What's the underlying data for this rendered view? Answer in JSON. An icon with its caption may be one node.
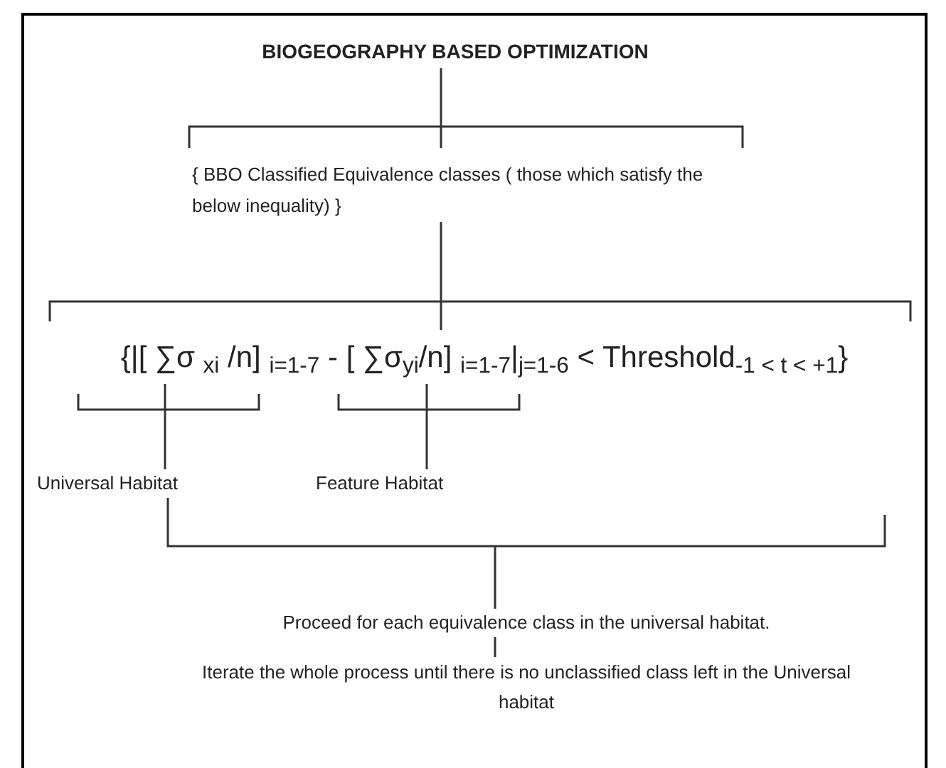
{
  "diagram": {
    "nodes": [
      {
        "text": [
          "BIOGEOGRAPHY  BASED  OPTIMIZATION"
        ]
      },
      {
        "text": [
          "{  BBO Classified Equivalence classes ( those which satisfy the below inequality)   }"
        ]
      },
      {
        "text": [
          "{|[ ∑σ $_{xi}$ /n] $_{i=1-7}$ - [ ∑σ$_{yi}$/n] $_{i=1-7}$|$_{j=1-6}$ < Threshold$_{-1 < t < +1}$}"
        ]
      },
      {
        "text": [
          "Universal  Habitat"
        ]
      },
      {
        "text": [
          "Feature Habitat"
        ]
      },
      {
        "text": [
          "Proceed for each equivalence  class in the universal habitat."
        ]
      },
      {
        "text": [
          "Iterate the whole process until there is no unclassified class left in the Universal habitat"
        ]
      }
    ],
    "edges": [
      {
        "from": 0,
        "to": 1,
        "arrow": "none"
      },
      {
        "from": 1,
        "to": 2,
        "arrow": "none"
      },
      {
        "from": 2,
        "to": 3,
        "arrow": "none"
      },
      {
        "from": 2,
        "to": 4,
        "arrow": "none"
      },
      {
        "from": 3,
        "to": 5,
        "arrow": "none"
      },
      {
        "from": 5,
        "to": 6,
        "arrow": "none"
      }
    ]
  }
}
